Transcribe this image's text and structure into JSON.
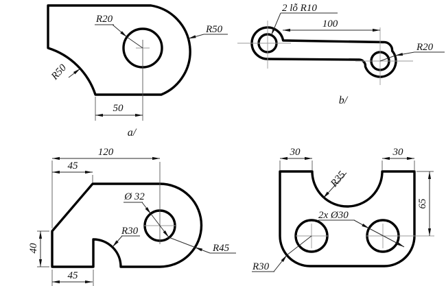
{
  "colors": {
    "background": "#ffffff",
    "outline": "#000000",
    "dimension_lines": "#2a2a2a",
    "center_lines": "#999999"
  },
  "drawings": {
    "a": {
      "title": "rounded bracket plate with scoop cutout",
      "label": "a/",
      "hole_radius_note": "R20",
      "outer_radius_note": "R50",
      "scoop_radius_note": "R50",
      "dim_50": "50"
    },
    "b": {
      "title": "offset link with two hubs",
      "label": "b/",
      "holes_note": "2 lỗ R10",
      "dim_100": "100",
      "hub_radius_note": "R20"
    },
    "c": {
      "title": "chamfered plate with quarter notch",
      "dim_120": "120",
      "dim_45_top": "45",
      "dim_40": "40",
      "dim_45_bottom": "45",
      "hole_dia_note": "Ø 32",
      "notch_radius_note": "R30",
      "end_radius_note": "R45"
    },
    "d": {
      "title": "u-plate with semicircular notch and two holes",
      "dim_30_left": "30",
      "dim_30_right": "30",
      "dim_65": "65",
      "notch_radius_note": "R35",
      "holes_note": "2x Ø30",
      "corner_radius_note": "R30"
    }
  }
}
